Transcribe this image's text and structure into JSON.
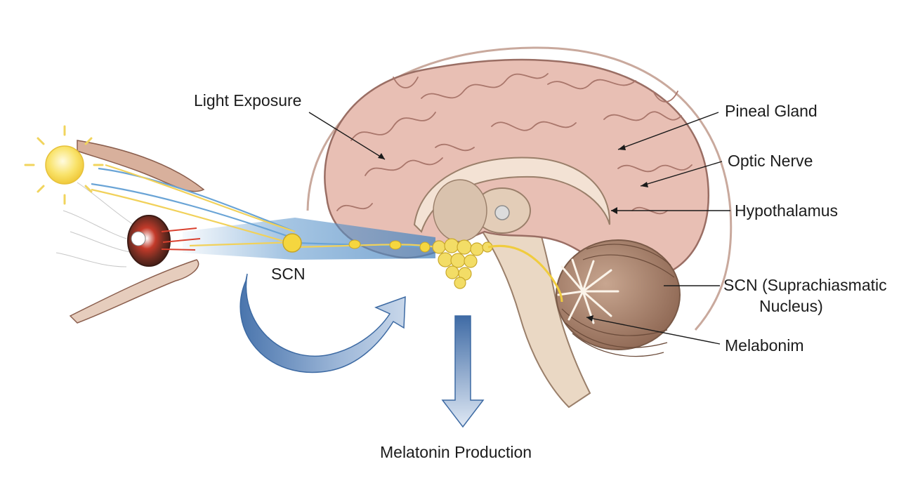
{
  "labels": {
    "light_exposure": "Light Exposure",
    "scn_short": "SCN",
    "pineal_gland": "Pineal Gland",
    "optic_nerve": "Optic Nerve",
    "hypothalamus": "Hypothalamus",
    "scn_full_line1": "SCN (Suprachiasmatic",
    "scn_full_line2": "Nucleus)",
    "melabonim": "Melabonim",
    "melatonin_production": "Melatonin Production"
  },
  "colors": {
    "brain_fill": "#e8bfb4",
    "brain_outline": "#9a6e64",
    "skull_line": "#c9a99d",
    "brainstem": "#ead8c4",
    "cerebellum": "#9c7561",
    "sun": "#f7dd55",
    "light_beam": "#6a9fd0",
    "gland": "#f0d860",
    "arrow": "#3d6aa3"
  }
}
